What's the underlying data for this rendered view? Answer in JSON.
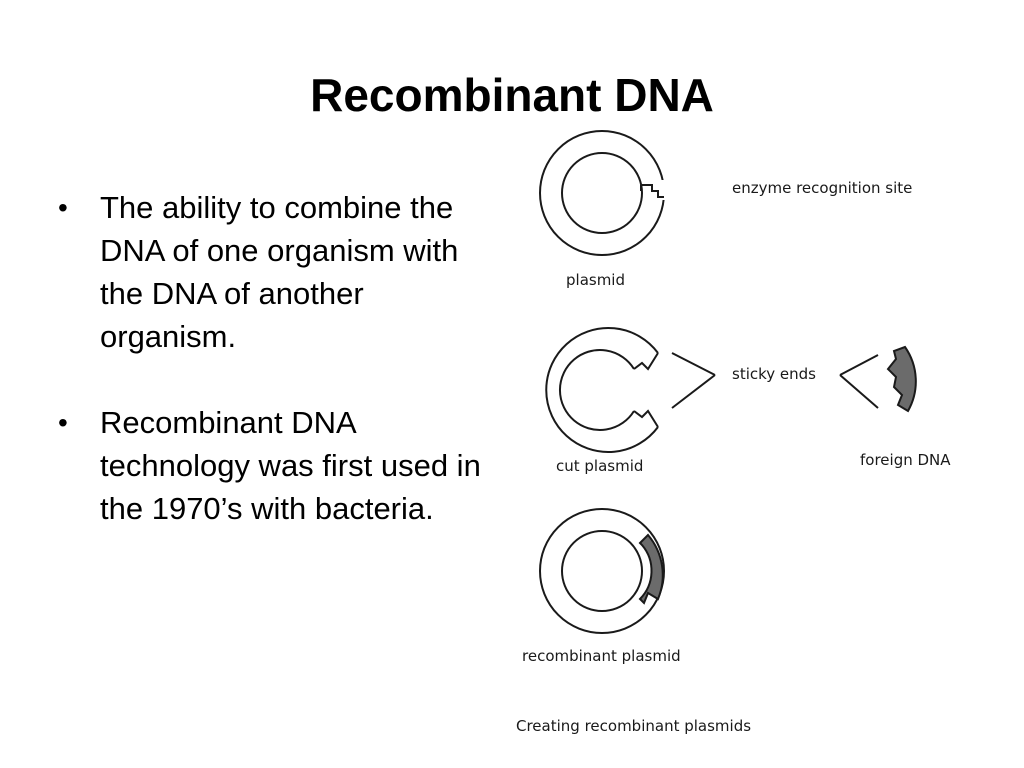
{
  "slide": {
    "title": "Recombinant DNA",
    "bullets": [
      "The ability to combine the DNA of one organism with the DNA of another organism.",
      "Recombinant DNA technology was first used in the 1970’s with bacteria."
    ],
    "bullet_symbol": "•"
  },
  "figure": {
    "labels": {
      "enzyme_site": "enzyme recognition site",
      "plasmid": "plasmid",
      "sticky_ends": "sticky ends",
      "cut_plasmid": "cut plasmid",
      "foreign_dna": "foreign DNA",
      "recombinant_plasmid": "recombinant plasmid",
      "caption": "Creating recombinant plasmids"
    },
    "colors": {
      "line": "#1a1a1a",
      "foreign_dna_fill": "#6b6b6b"
    }
  }
}
